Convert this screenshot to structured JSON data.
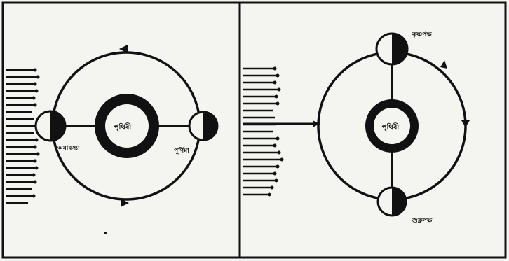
{
  "panels": [
    {
      "earth_label": "পৃথিবী",
      "moon_labels": [
        "অমাবস্যা",
        "পূর্ণিমা"
      ]
    },
    {
      "earth_label": "পৃথিবী",
      "moon_labels": [
        "কৃষ্ণপক্ষ",
        "শুক্লপক্ষ"
      ]
    }
  ],
  "colors": {
    "ink": "#111111",
    "paper": "#f4f4f1"
  }
}
